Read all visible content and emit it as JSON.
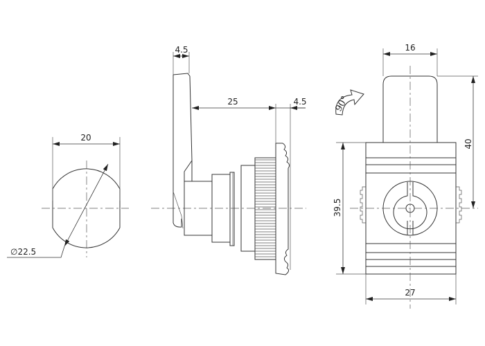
{
  "front_view": {
    "width_label": "20",
    "diameter_label": "∅22.5"
  },
  "side_view": {
    "lever_thickness_label": "4.5",
    "length_label": "25",
    "flange_label": "4.5"
  },
  "rear_view": {
    "handle_width_label": "16",
    "height_label": "40",
    "body_height_label": "39.5",
    "body_width_label": "27",
    "rotation_label": "90°"
  }
}
